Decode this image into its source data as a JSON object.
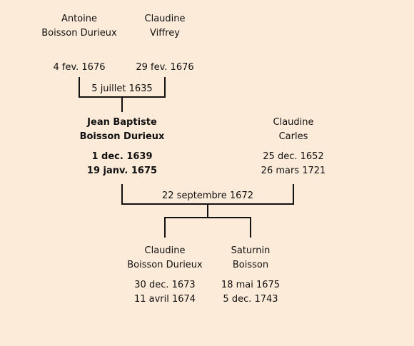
{
  "parents": {
    "father": {
      "first": "Antoine",
      "last": "Boisson Durieux",
      "date": "4 fev. 1676"
    },
    "mother": {
      "first": "Claudine",
      "last": "Viffrey",
      "date": "29 fev. 1676"
    },
    "marriage": "5 juillet 1635"
  },
  "couple": {
    "husband": {
      "first": "Jean Baptiste",
      "last": "Boisson Durieux",
      "birth": "1 dec. 1639",
      "death": "19 janv. 1675"
    },
    "wife": {
      "first": "Claudine",
      "last": "Carles",
      "birth": "25 dec. 1652",
      "death": "26 mars 1721"
    },
    "marriage": "22 septembre 1672"
  },
  "children": [
    {
      "first": "Claudine",
      "last": "Boisson Durieux",
      "birth": "30 dec. 1673",
      "death": "11 avril 1674"
    },
    {
      "first": "Saturnin",
      "last": "Boisson",
      "birth": "18 mai 1675",
      "death": "5 dec. 1743"
    }
  ],
  "colors": {
    "background": "#fdebd9",
    "lines": "#111111"
  }
}
